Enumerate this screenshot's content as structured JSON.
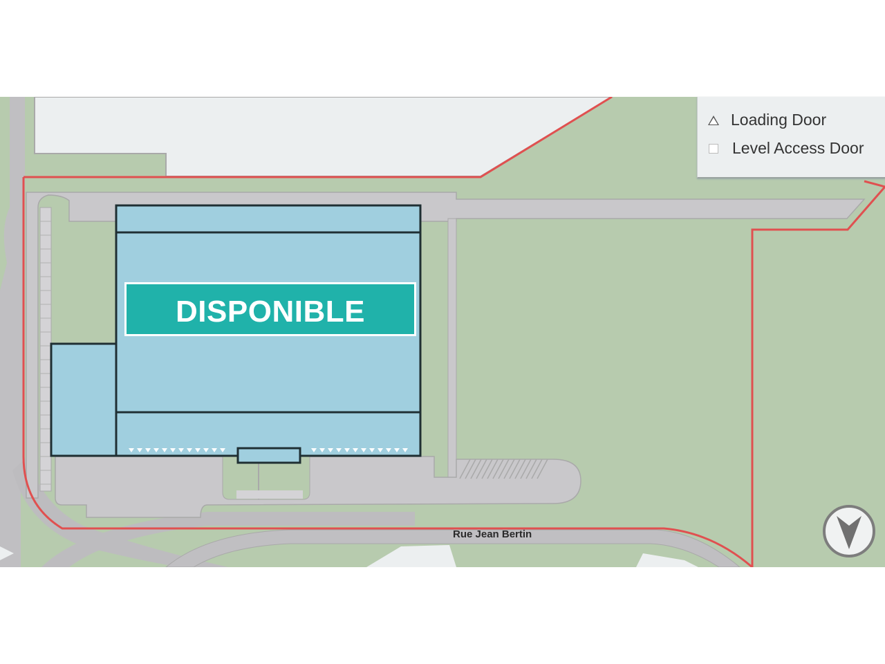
{
  "map": {
    "status_label": "DISPONIBLE",
    "street_name": "Rue Jean Bertin",
    "compass": "north-arrow-icon",
    "colors": {
      "building": "#a0cfdf",
      "status_badge": "#20b2aa",
      "boundary": "#e05050",
      "grass": "#b7cbae",
      "road": "#c9c8cb",
      "neighbor": "#eceff0"
    }
  },
  "legend": {
    "items": [
      {
        "icon": "triangle-icon",
        "label": "Loading Door"
      },
      {
        "icon": "square-icon",
        "label": "Level Access Door"
      }
    ]
  }
}
